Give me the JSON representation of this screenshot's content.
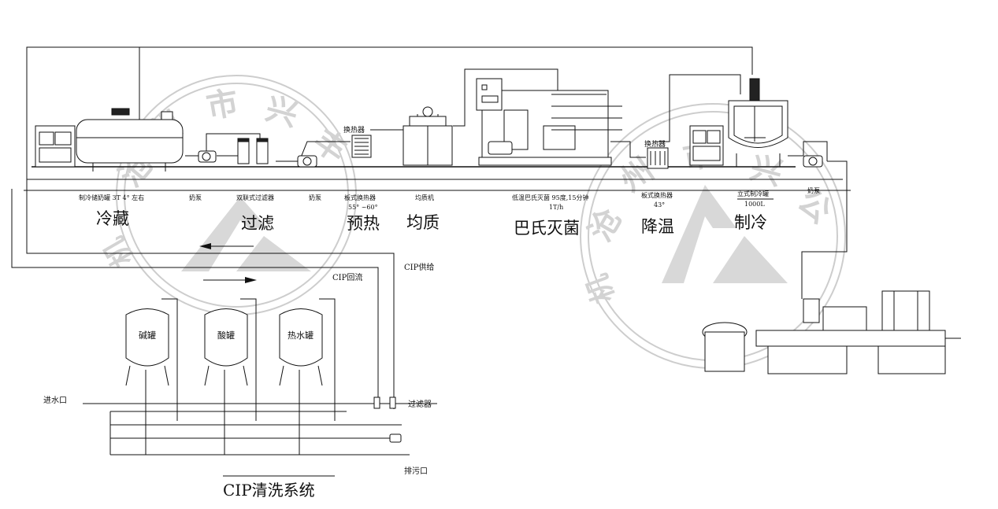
{
  "process_units": [
    {
      "name": "制冷储奶罐 3T  4° 左右",
      "stage": "冷藏"
    },
    {
      "name": "奶泵",
      "stage": ""
    },
    {
      "name": "双联式过滤器",
      "stage": "过滤"
    },
    {
      "name": "奶泵",
      "stage": ""
    },
    {
      "name": "板式换热器",
      "sub": "55° ~60°",
      "stage": "预热"
    },
    {
      "name": "均质机",
      "stage": "均质"
    },
    {
      "name": "低温巴氏灭菌  95度,15分钟",
      "sub": "1T/h",
      "stage": "巴氏灭菌"
    },
    {
      "name": "板式换热器",
      "sub": "43°",
      "stage": "降温"
    },
    {
      "name": "立式制冷罐",
      "sub": "1000L",
      "stage": "制冷"
    },
    {
      "name": "奶泵",
      "stage": ""
    }
  ],
  "equipment_labels": {
    "heat_exchanger_1": "换热器",
    "heat_exchanger_2": "换热器"
  },
  "cip": {
    "tanks": [
      "碱罐",
      "酸罐",
      "热水罐"
    ],
    "return_label": "CIP回流",
    "supply_label": "CIP供给",
    "water_inlet": "进水口",
    "filter": "过滤器",
    "drain": "排污口",
    "system_title": "CIP清洗系统"
  },
  "watermark": {
    "ring_text": "沧州市兴丰机械有限公司",
    "color": "#cccccc"
  }
}
